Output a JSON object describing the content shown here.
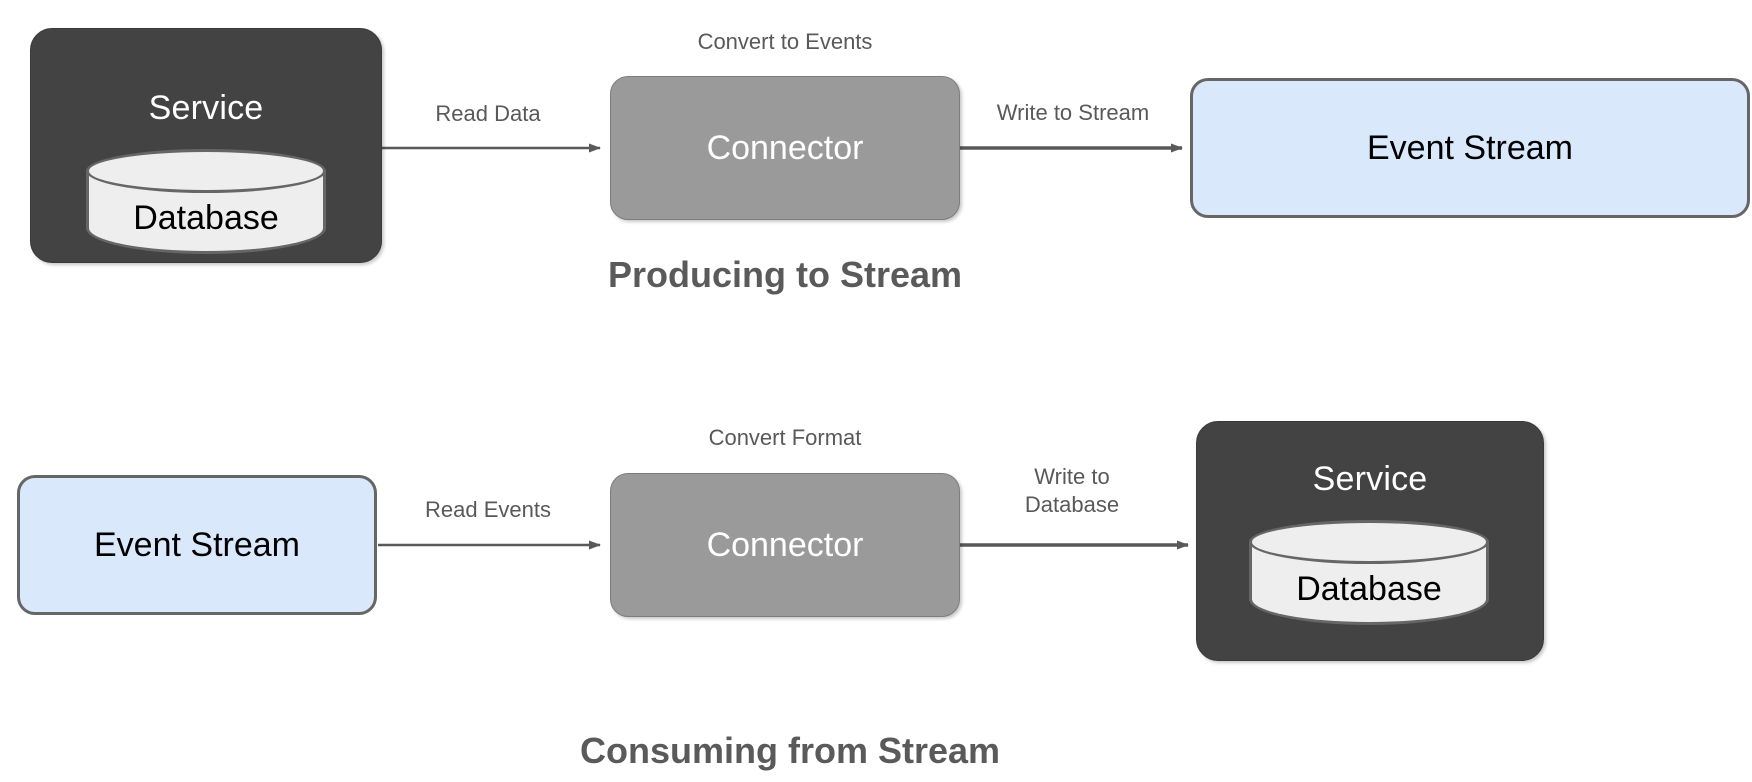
{
  "diagram": {
    "title_top": "Producing to Stream",
    "title_bottom": "Consuming from Stream",
    "colors": {
      "service_fill": "#434343",
      "service_text": "#ffffff",
      "connector_fill": "#9a9a9a",
      "connector_text": "#ffffff",
      "stream_fill": "#dae8fc",
      "stream_border": "#666666",
      "database_fill": "#eeeeee",
      "edge_stroke": "#595959",
      "label_text": "#595959",
      "caption_text": "#5a5a5a"
    }
  },
  "top_flow": {
    "service": {
      "title": "Service",
      "database_label": "Database"
    },
    "connector": {
      "label": "Connector",
      "annotation": "Convert to Events"
    },
    "stream": {
      "label": "Event Stream"
    },
    "edges": [
      {
        "label": "Read Data",
        "from": "service",
        "to": "connector"
      },
      {
        "label": "Write to Stream",
        "from": "connector",
        "to": "stream"
      }
    ]
  },
  "bottom_flow": {
    "stream": {
      "label": "Event Stream"
    },
    "connector": {
      "label": "Connector",
      "annotation": "Convert Format"
    },
    "service": {
      "title": "Service",
      "database_label": "Database"
    },
    "edges": [
      {
        "label": "Read Events",
        "from": "stream",
        "to": "connector"
      },
      {
        "label": "Write to\nDatabase",
        "from": "connector",
        "to": "service"
      }
    ]
  }
}
